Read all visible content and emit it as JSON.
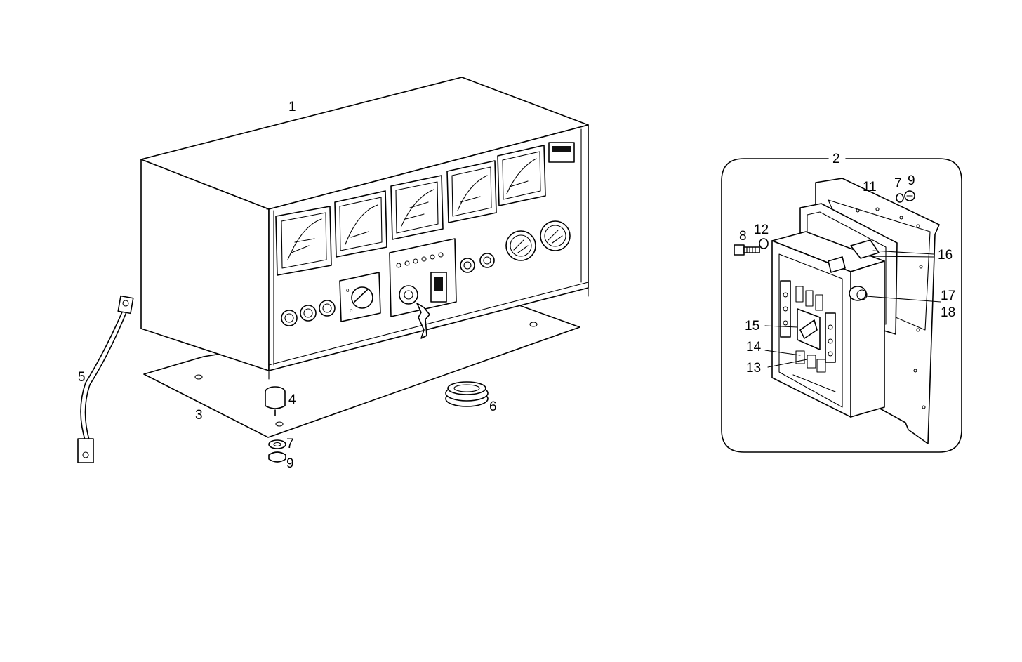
{
  "figure": {
    "main_assembly": {
      "callouts": [
        {
          "id": "c1",
          "label": "1"
        },
        {
          "id": "c3",
          "label": "3"
        },
        {
          "id": "c4",
          "label": "4"
        },
        {
          "id": "c5",
          "label": "5"
        },
        {
          "id": "c6",
          "label": "6"
        },
        {
          "id": "c7",
          "label": "7"
        },
        {
          "id": "c9",
          "label": "9"
        }
      ]
    },
    "detail_view": {
      "callouts": [
        {
          "id": "d2",
          "label": "2"
        },
        {
          "id": "d11",
          "label": "11"
        },
        {
          "id": "d7",
          "label": "7"
        },
        {
          "id": "d9",
          "label": "9"
        },
        {
          "id": "d8",
          "label": "8"
        },
        {
          "id": "d12",
          "label": "12"
        },
        {
          "id": "d16",
          "label": "16"
        },
        {
          "id": "d17",
          "label": "17"
        },
        {
          "id": "d18",
          "label": "18"
        },
        {
          "id": "d15",
          "label": "15"
        },
        {
          "id": "d14",
          "label": "14"
        },
        {
          "id": "d13",
          "label": "13"
        }
      ]
    }
  }
}
